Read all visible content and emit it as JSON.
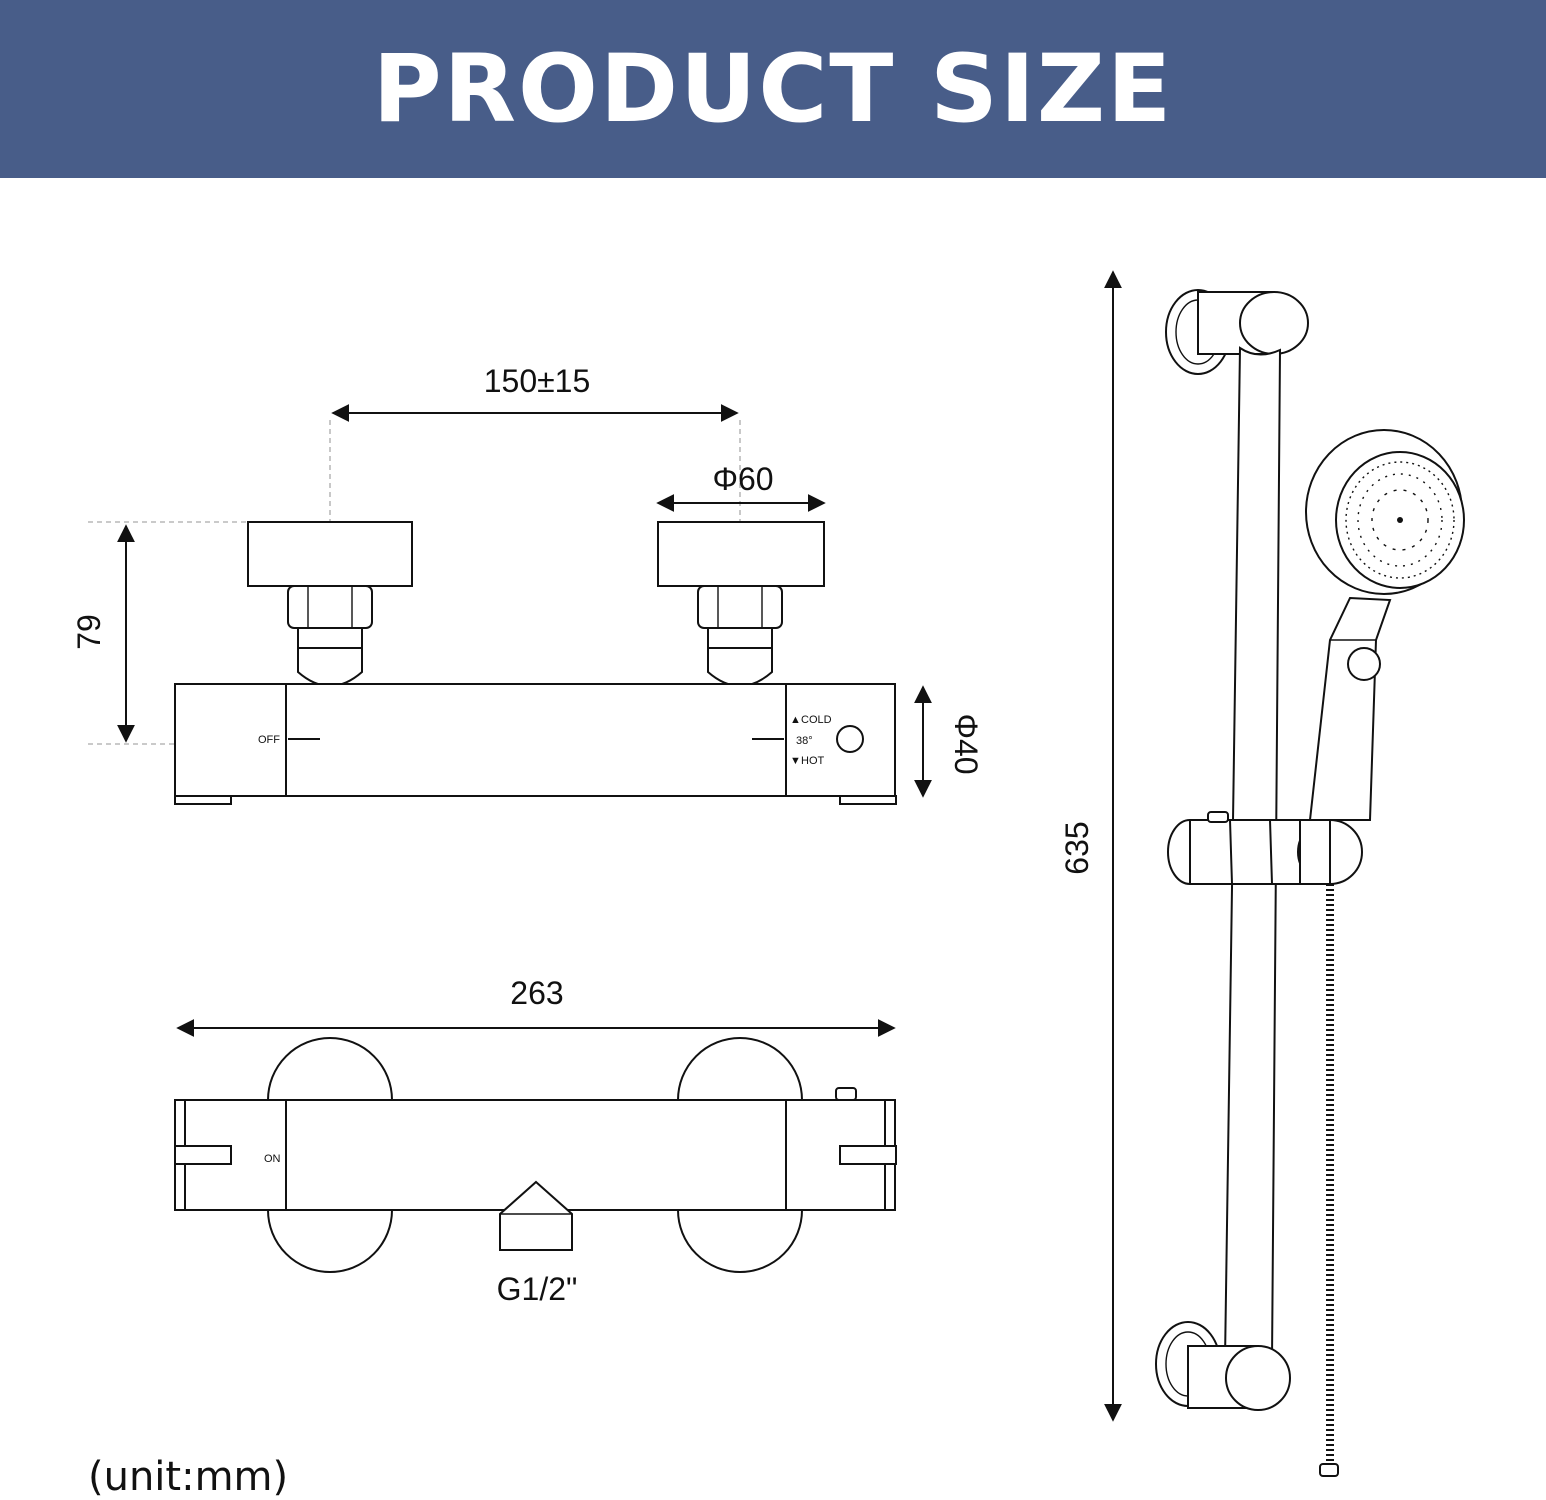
{
  "header": {
    "title": "PRODUCT SIZE"
  },
  "dimensions": {
    "inlet_spacing": "150±15",
    "escutcheon_diameter": "Φ60",
    "depth": "79",
    "body_diameter": "Φ40",
    "overall_length": "263",
    "outlet_thread": "G1/2\"",
    "rail_height": "635"
  },
  "valve_labels": {
    "off": "OFF",
    "cold": "COLD",
    "temp": "38°",
    "hot": "HOT",
    "on": "ON"
  },
  "footer": {
    "unit": "(unit:mm)"
  },
  "colors": {
    "banner": "#485d89",
    "line": "#111111"
  }
}
